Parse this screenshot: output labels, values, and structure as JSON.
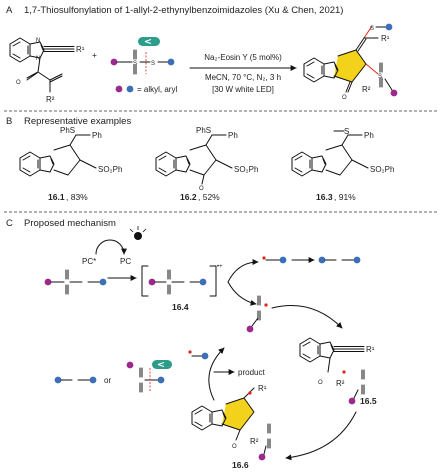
{
  "sections": {
    "a": {
      "letter": "A",
      "title": "1,7-Thiosulfonylation of 1-allyl-2-ethynylbenzoimidazoles (Xu & Chen, 2021)",
      "conditions": [
        "Na₂-Eosin Y (5 mol%)",
        "MeCN, 70 °C, N₂, 3 h",
        "[30 W white LED]"
      ],
      "legend": "= alkyl, aryl",
      "plus": "+",
      "r1": "R¹",
      "r2": "R²",
      "n_atom": "N",
      "o_atom": "O",
      "s_atom": "S"
    },
    "b": {
      "letter": "B",
      "title": "Representative examples",
      "examples": [
        {
          "id": "16.1",
          "yield": ", 83%",
          "group": "PhS",
          "tail": "SO₂Ph",
          "sub": "Ph"
        },
        {
          "id": "16.2",
          "yield": ", 52%",
          "group": "PhS",
          "tail": "SO₂Ph",
          "sub": "Ph"
        },
        {
          "id": "16.3",
          "yield": ", 91%",
          "group": "S",
          "tail": "SO₂Ph",
          "sub": "Ph"
        }
      ]
    },
    "c": {
      "letter": "C",
      "title": "Proposed mechanism",
      "pc_star": "PC*",
      "pc": "PC",
      "int_164": "16.4",
      "int_165": "16.5",
      "int_166": "16.6",
      "product": "product",
      "or": "or",
      "dot_plus": "•+",
      "r1": "R¹",
      "r2": "R²"
    }
  },
  "colors": {
    "purple": "#9c2a8c",
    "blue": "#3d6fb8",
    "red": "#e2231a",
    "yellow": "#f2d21a",
    "teal": "#2e9c8a"
  }
}
